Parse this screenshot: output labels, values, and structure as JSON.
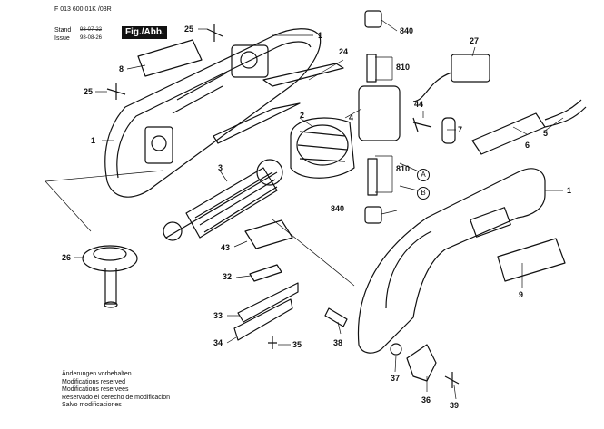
{
  "header": {
    "doc_number": "F 013 600 01K /03R",
    "stand_label": "Stand",
    "stand_date": "98-07-22",
    "issue_label": "Issue",
    "issue_date": "98-08-26",
    "figure": "Fig./Abb. 1"
  },
  "notes": [
    "Änderungen vorbehalten",
    "Modifications reserved",
    "Modifications reservees",
    "Reservado el derecho de modificacion",
    "Salvo modificaciones"
  ],
  "callouts": {
    "c1a": "1",
    "c1b": "1",
    "c1c": "1",
    "c2": "2",
    "c3": "3",
    "c4": "4",
    "c5": "5",
    "c6": "6",
    "c7": "7",
    "c8": "8",
    "c9": "9",
    "c24": "24",
    "c25a": "25",
    "c25b": "25",
    "c26": "26",
    "c27": "27",
    "c32": "32",
    "c33": "33",
    "c34": "34",
    "c35": "35",
    "c36": "36",
    "c37": "37",
    "c38": "38",
    "c39": "39",
    "c43": "43",
    "c44": "44",
    "c810a": "810",
    "c810b": "810",
    "c840a": "840",
    "c840b": "840",
    "cA": "A",
    "cB": "B"
  }
}
